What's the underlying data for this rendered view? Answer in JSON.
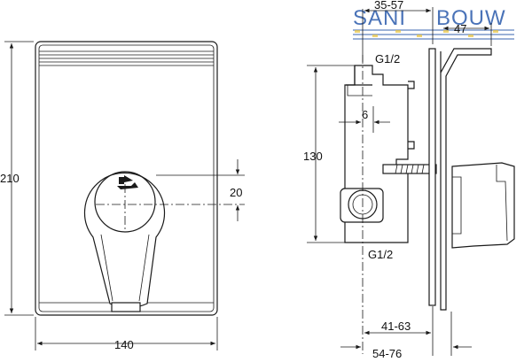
{
  "brand": {
    "name_left": "SANI",
    "name_right": "BOUW",
    "color": "#4a73b8"
  },
  "front_view": {
    "dim_height": "210",
    "dim_width": "140",
    "dim_center": "20"
  },
  "side_view": {
    "dim_top_range": "35-57",
    "dim_plate": "47",
    "thread_top": "G1/2",
    "thread_bottom": "G1/2",
    "dim_wall": "6",
    "dim_body_height": "130",
    "dim_depth_inner": "41-63",
    "dim_depth_outer": "54-76"
  }
}
